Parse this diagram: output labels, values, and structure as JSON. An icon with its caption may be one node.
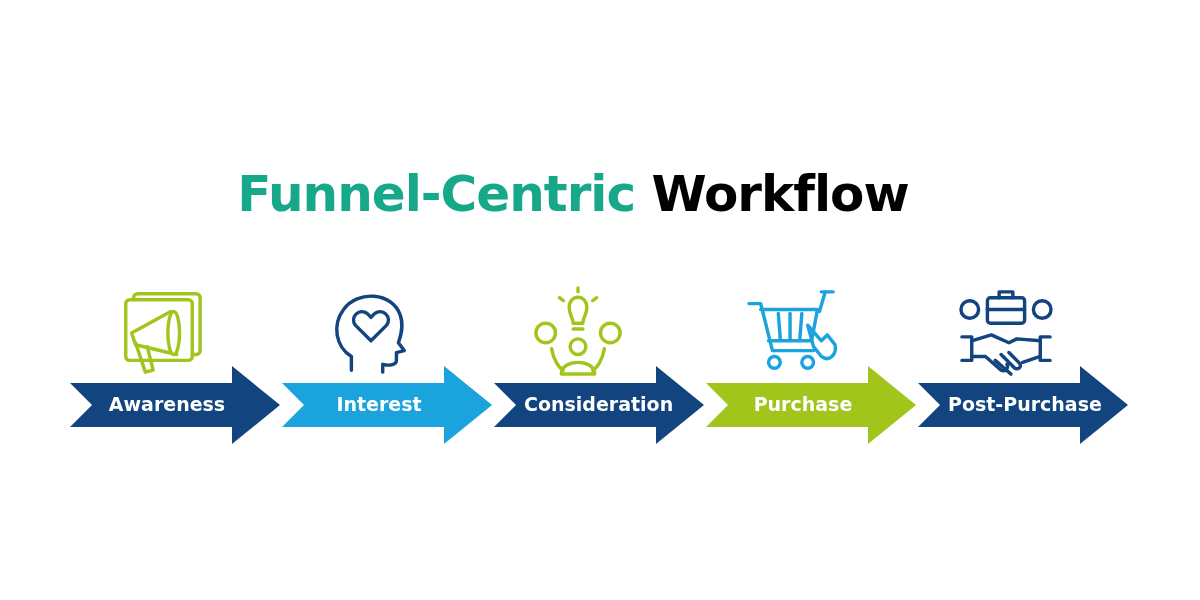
{
  "diagram": {
    "title": "Funnel-Centric Workflow",
    "nodes": [
      {
        "text": [
          "Awareness"
        ]
      },
      {
        "text": [
          "Interest"
        ]
      },
      {
        "text": [
          "Consideration"
        ]
      },
      {
        "text": [
          "Purchase"
        ]
      },
      {
        "text": [
          "Post-Purchase"
        ]
      }
    ]
  }
}
